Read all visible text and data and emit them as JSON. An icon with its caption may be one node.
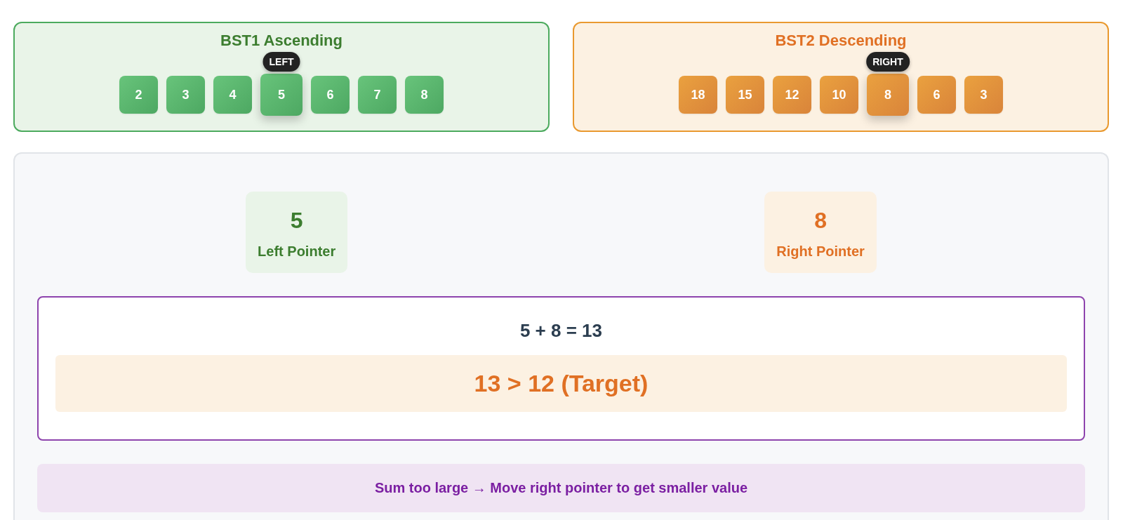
{
  "diagram": {
    "nodes": [
      {
        "text": [
          "BST1 Ascending"
        ]
      },
      {
        "text": [
          "LEFT"
        ],
        "in": 0
      },
      {
        "text": [
          "2"
        ],
        "in": 0
      },
      {
        "text": [
          "3"
        ],
        "in": 0
      },
      {
        "text": [
          "4"
        ],
        "in": 0
      },
      {
        "text": [
          "5"
        ],
        "in": 0
      },
      {
        "text": [
          "6"
        ],
        "in": 0
      },
      {
        "text": [
          "7"
        ],
        "in": 0
      },
      {
        "text": [
          "8"
        ],
        "in": 0
      },
      {
        "text": [
          "BST2 Descending"
        ]
      },
      {
        "text": [
          "RIGHT"
        ],
        "in": 9
      },
      {
        "text": [
          "18"
        ],
        "in": 9
      },
      {
        "text": [
          "15"
        ],
        "in": 9
      },
      {
        "text": [
          "12"
        ],
        "in": 9
      },
      {
        "text": [
          "10"
        ],
        "in": 9
      },
      {
        "text": [
          "8"
        ],
        "in": 9
      },
      {
        "text": [
          "6"
        ],
        "in": 9
      },
      {
        "text": [
          "3"
        ],
        "in": 9
      },
      {
        "text": [],
        "shape": "box"
      },
      {
        "text": [
          "5",
          "Left Pointer"
        ],
        "in": 18
      },
      {
        "text": [
          "8",
          "Right Pointer"
        ],
        "in": 18
      },
      {
        "text": [
          "5 + 8 = 13"
        ],
        "in": 18
      },
      {
        "text": [
          "13 > 12 (Target)"
        ],
        "in": 21
      },
      {
        "text": [
          "Sum too large → Move right pointer to get smaller value"
        ],
        "in": 18
      }
    ]
  }
}
